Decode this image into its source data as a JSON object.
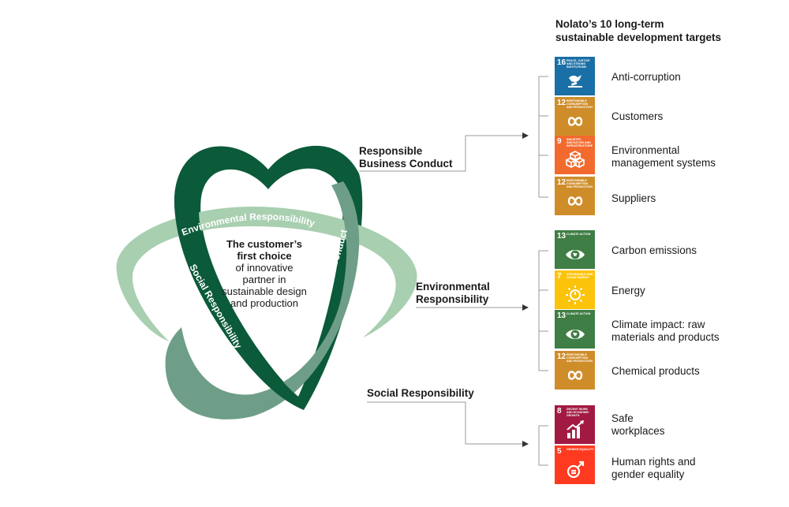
{
  "heading": {
    "line1": "Nolato’s 10 long-term",
    "line2": "sustainable development targets"
  },
  "center": {
    "bold1": "The customer’s",
    "bold2": "first choice",
    "rest1": "of innovative",
    "rest2": "partner in",
    "rest3": "sustainable design",
    "rest4": "and production"
  },
  "rings": {
    "environmental": "Environmental Responsibility",
    "social": "Social Responsibility",
    "business": "Responsible Business Conduct"
  },
  "pillars": {
    "business": {
      "line1": "Responsible",
      "line2": "Business Conduct"
    },
    "environmental": {
      "line1": "Environmental",
      "line2": "Responsibility"
    },
    "social": {
      "line1": "Social Responsibility"
    }
  },
  "colors": {
    "dark_green": "#0b5a3a",
    "mid_green": "#6e9e88",
    "light_green": "#a8cfb0",
    "sdg16": "#1a6fa6",
    "sdg12": "#cf8d2a",
    "sdg9": "#f26a2e",
    "sdg13": "#3f7e44",
    "sdg7": "#fcc30b",
    "sdg8": "#a21942",
    "sdg5": "#ff3a21"
  },
  "targets": [
    {
      "sdg_number": "16",
      "sdg_title": "Peace, justice and strong institutions",
      "icon": "dove-gavel-icon",
      "label1": "Anti-corruption",
      "label2": ""
    },
    {
      "sdg_number": "12",
      "sdg_title": "Responsible consumption and production",
      "icon": "infinity-icon",
      "label1": "Customers",
      "label2": ""
    },
    {
      "sdg_number": "9",
      "sdg_title": "Industry, innovation and infrastructure",
      "icon": "cubes-icon",
      "label1": "Environmental",
      "label2": "management systems"
    },
    {
      "sdg_number": "12",
      "sdg_title": "Responsible consumption and production",
      "icon": "infinity-icon",
      "label1": "Suppliers",
      "label2": ""
    },
    {
      "sdg_number": "13",
      "sdg_title": "Climate action",
      "icon": "eye-globe-icon",
      "label1": "Carbon emissions",
      "label2": ""
    },
    {
      "sdg_number": "7",
      "sdg_title": "Affordable and clean energy",
      "icon": "sun-power-icon",
      "label1": "Energy",
      "label2": ""
    },
    {
      "sdg_number": "13",
      "sdg_title": "Climate action",
      "icon": "eye-globe-icon",
      "label1": "Climate impact: raw",
      "label2": "materials and products"
    },
    {
      "sdg_number": "12",
      "sdg_title": "Responsible consumption and production",
      "icon": "infinity-icon",
      "label1": "Chemical products",
      "label2": ""
    },
    {
      "sdg_number": "8",
      "sdg_title": "Decent work and economic growth",
      "icon": "growth-chart-icon",
      "label1": "Safe",
      "label2": "workplaces"
    },
    {
      "sdg_number": "5",
      "sdg_title": "Gender equality",
      "icon": "gender-equality-icon",
      "label1": "Human rights and",
      "label2": "gender equality"
    }
  ]
}
